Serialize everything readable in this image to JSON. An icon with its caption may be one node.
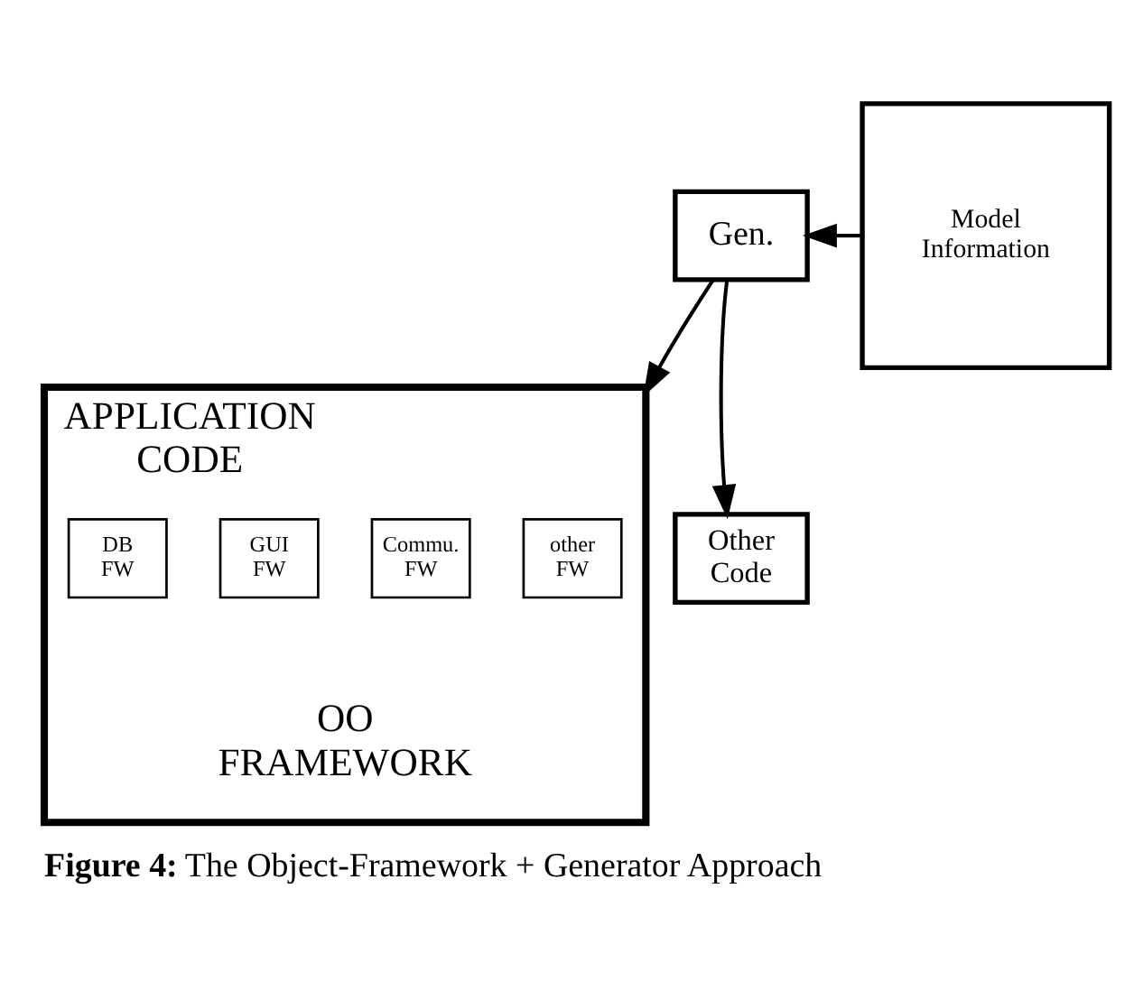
{
  "diagram": {
    "caption": "**Figure 4:** The Object-Framework + Generator Approach",
    "nodes": [
      {
        "text": [
          "APPLICATION CODE",
          "OO FRAMEWORK"
        ]
      },
      {
        "text": [
          "DB FW"
        ],
        "in": 0
      },
      {
        "text": [
          "GUI FW"
        ],
        "in": 0
      },
      {
        "text": [
          "Commu. FW"
        ],
        "in": 0
      },
      {
        "text": [
          "other FW"
        ],
        "in": 0
      },
      {
        "text": [
          "Gen."
        ]
      },
      {
        "text": [
          "Model Information"
        ]
      },
      {
        "text": [
          "Other Code"
        ]
      }
    ],
    "edges": [
      {
        "from": 6,
        "to": 5,
        "arrow": "to"
      },
      {
        "from": 5,
        "to": 0,
        "arrow": "to"
      },
      {
        "from": 5,
        "to": 7,
        "arrow": "to"
      }
    ]
  }
}
